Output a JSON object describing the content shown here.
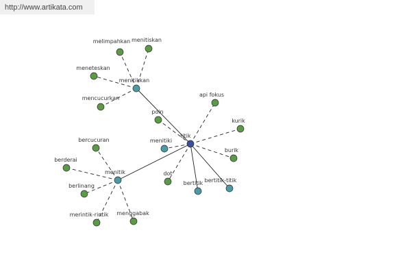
{
  "header": {
    "url": "http://www.artikata.com"
  },
  "colors": {
    "center": "#3b4f9c",
    "hub": "#4c9aa6",
    "leaf": "#5b9a47",
    "edge": "#222222",
    "background": "#ffffff"
  },
  "graph": {
    "center": "titik",
    "nodes": [
      {
        "id": "titik",
        "label": "titik",
        "kind": "center"
      },
      {
        "id": "menitikkan",
        "label": "menitikkan",
        "kind": "hub"
      },
      {
        "id": "menitik",
        "label": "menitik",
        "kind": "hub"
      },
      {
        "id": "menitiki",
        "label": "menitiki",
        "kind": "hub"
      },
      {
        "id": "bertitik",
        "label": "bertitik",
        "kind": "hub"
      },
      {
        "id": "bertitik-titik",
        "label": "bertitik-titik",
        "kind": "hub"
      },
      {
        "id": "melimpahkan",
        "label": "melimpahkan",
        "kind": "leaf"
      },
      {
        "id": "menitiskan",
        "label": "menitiskan",
        "kind": "leaf"
      },
      {
        "id": "meneteskan",
        "label": "meneteskan",
        "kind": "leaf"
      },
      {
        "id": "mencucurkan",
        "label": "mencucurkan",
        "kind": "leaf"
      },
      {
        "id": "poin",
        "label": "poin",
        "kind": "leaf"
      },
      {
        "id": "api-fokus",
        "label": "api fokus",
        "kind": "leaf"
      },
      {
        "id": "kurik",
        "label": "kurik",
        "kind": "leaf"
      },
      {
        "id": "burik",
        "label": "burik",
        "kind": "leaf"
      },
      {
        "id": "dot",
        "label": "dot",
        "kind": "leaf"
      },
      {
        "id": "bercucuran",
        "label": "bercucuran",
        "kind": "leaf"
      },
      {
        "id": "berderai",
        "label": "berderai",
        "kind": "leaf"
      },
      {
        "id": "berlinang",
        "label": "berlinang",
        "kind": "leaf"
      },
      {
        "id": "merintik-rintik",
        "label": "merintik-rintik",
        "kind": "leaf"
      },
      {
        "id": "menggabak",
        "label": "menggabak",
        "kind": "leaf"
      }
    ],
    "edges": [
      {
        "from": "titik",
        "to": "menitikkan",
        "style": "solid"
      },
      {
        "from": "titik",
        "to": "menitik",
        "style": "solid"
      },
      {
        "from": "titik",
        "to": "bertitik",
        "style": "solid"
      },
      {
        "from": "titik",
        "to": "bertitik-titik",
        "style": "solid"
      },
      {
        "from": "titik",
        "to": "menitiki",
        "style": "dashed"
      },
      {
        "from": "titik",
        "to": "poin",
        "style": "dashed"
      },
      {
        "from": "titik",
        "to": "api-fokus",
        "style": "dashed"
      },
      {
        "from": "titik",
        "to": "kurik",
        "style": "dashed"
      },
      {
        "from": "titik",
        "to": "burik",
        "style": "dashed"
      },
      {
        "from": "titik",
        "to": "dot",
        "style": "dashed"
      },
      {
        "from": "menitikkan",
        "to": "melimpahkan",
        "style": "dashed"
      },
      {
        "from": "menitikkan",
        "to": "menitiskan",
        "style": "dashed"
      },
      {
        "from": "menitikkan",
        "to": "meneteskan",
        "style": "dashed"
      },
      {
        "from": "menitikkan",
        "to": "mencucurkan",
        "style": "dashed"
      },
      {
        "from": "menitik",
        "to": "bercucuran",
        "style": "dashed"
      },
      {
        "from": "menitik",
        "to": "berderai",
        "style": "dashed"
      },
      {
        "from": "menitik",
        "to": "berlinang",
        "style": "dashed"
      },
      {
        "from": "menitik",
        "to": "merintik-rintik",
        "style": "dashed"
      },
      {
        "from": "menitik",
        "to": "menggabak",
        "style": "dashed"
      }
    ]
  }
}
